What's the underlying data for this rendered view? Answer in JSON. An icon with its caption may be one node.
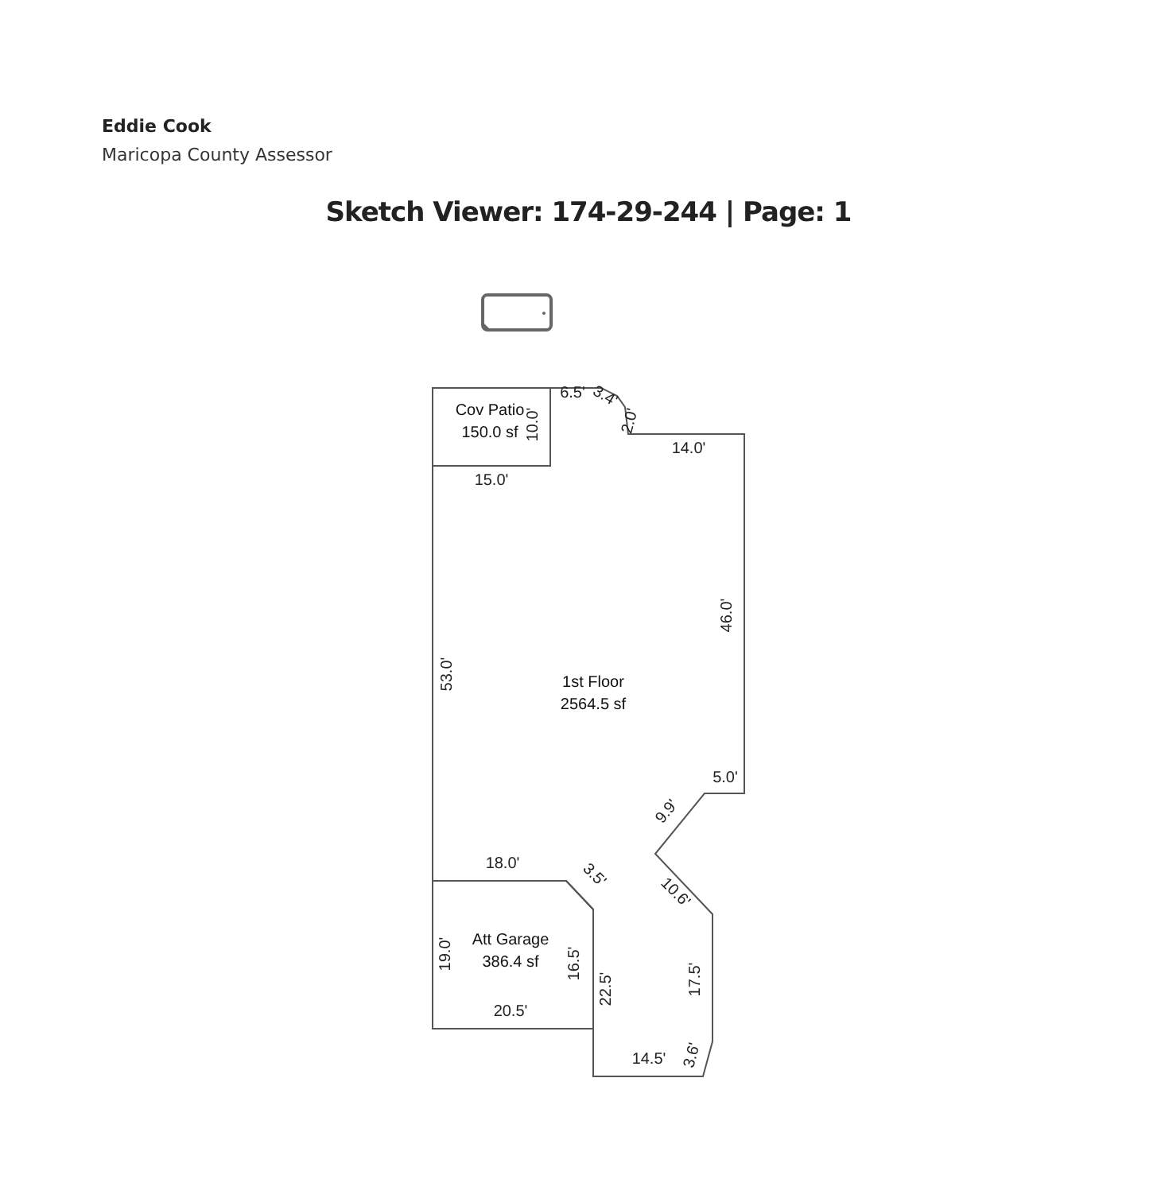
{
  "diagram": {
    "title": "Sketch Viewer: 174-29-244 | Page: 1",
    "nodes": [
      {
        "text": [
          "Cov Patio",
          "150.0 sf"
        ]
      },
      {
        "text": [
          "1st Floor",
          "2564.5 sf"
        ]
      },
      {
        "text": [
          "Att Garage",
          "386.4 sf"
        ]
      }
    ],
    "labels": [
      "Eddie Cook",
      "Maricopa County Assessor",
      "6.5'",
      "3.4'",
      "2.0'",
      "10.0'",
      "14.0'",
      "15.0'",
      "46.0'",
      "53.0'",
      "5.0'",
      "9.9'",
      "18.0'",
      "3.5'",
      "10.6'",
      "19.0'",
      "16.5'",
      "22.5'",
      "17.5'",
      "20.5'",
      "14.5'",
      "3.6'"
    ]
  }
}
